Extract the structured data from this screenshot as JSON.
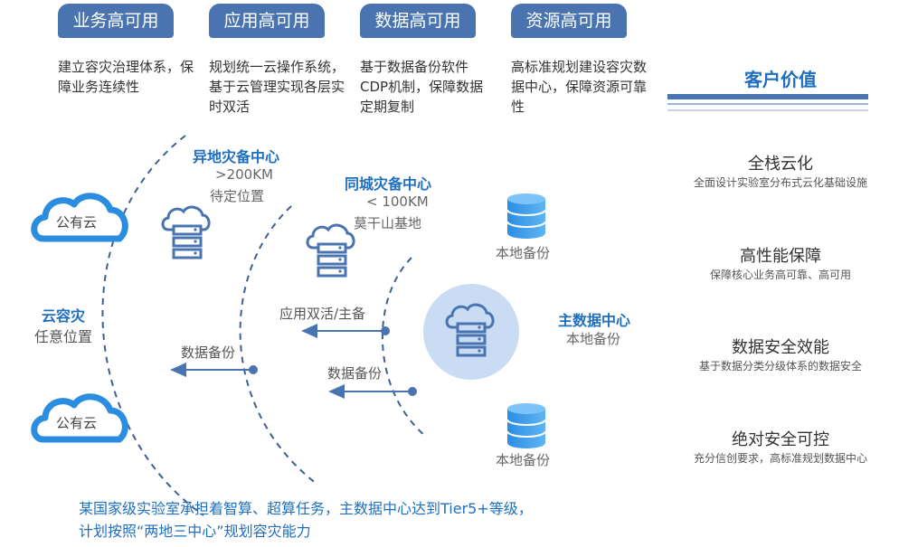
{
  "tabs": [
    {
      "label": "业务高可用",
      "desc": "建立容灾治理体系，保障业务连续性"
    },
    {
      "label": "应用高可用",
      "desc": "规划统一云操作系统，基于云管理实现各层实时双活"
    },
    {
      "label": "数据高可用",
      "desc": "基于数据备份软件CDP机制，保障数据定期复制"
    },
    {
      "label": "资源高可用",
      "desc": "高标准规划建设容灾数据中心，保障资源可靠性"
    }
  ],
  "customer_value": {
    "title": "客户价值",
    "items": [
      {
        "title": "全栈云化",
        "sub": "全面设计实验室分布式云化基础设施"
      },
      {
        "title": "高性能保障",
        "sub": "保障核心业务高可靠、高可用"
      },
      {
        "title": "数据安全效能",
        "sub": "基于数据分类分级体系的数据安全"
      },
      {
        "title": "绝对安全可控",
        "sub": "充分信创要求，高标准规划数据中心"
      }
    ]
  },
  "diagram": {
    "cloud_dr_title": "云容灾",
    "cloud_dr_sub": "任意位置",
    "public_cloud_top": "公有云",
    "public_cloud_bottom": "公有云",
    "remote_dc_title": "异地灾备中心",
    "remote_dc_dist": ">200KM",
    "remote_dc_loc": "待定位置",
    "same_city_title": "同城灾备中心",
    "same_city_dist": "< 100KM",
    "same_city_loc": "莫干山基地",
    "main_dc_title": "主数据中心",
    "main_dc_sub": "本地备份",
    "local_backup_top": "本地备份",
    "local_backup_bottom": "本地备份",
    "arrow_app": "应用双活/主备",
    "arrow_data_1": "数据备份",
    "arrow_data_2": "数据备份"
  },
  "bottom_text_line1": "某国家级实验室承担着智算、超算任务，主数据中心达到Tier5+等级，",
  "bottom_text_line2": "计划按照“两地三中心”规划容灾能力",
  "colors": {
    "tab_bg": "#4a74b0",
    "accent_blue": "#1f6fc0",
    "dash": "#3f5f95",
    "cylinder": "#2a8de0"
  }
}
